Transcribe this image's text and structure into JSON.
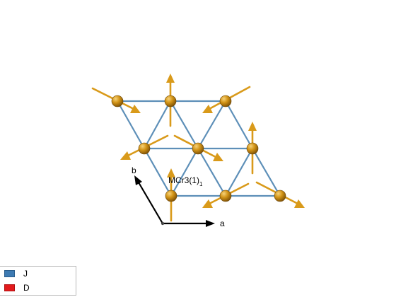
{
  "atom_label": {
    "main": "MCr3(1)",
    "subscript": "1"
  },
  "axes": {
    "a": "a",
    "b": "b"
  },
  "legend": [
    {
      "label": "J",
      "color": "#3d7ab2"
    },
    {
      "label": "D",
      "color": "#e31a1c"
    }
  ],
  "colors": {
    "bond": "#5d8fb8",
    "atom": "#c98a10",
    "spin": "#d99a1a",
    "axis": "#000000"
  }
}
